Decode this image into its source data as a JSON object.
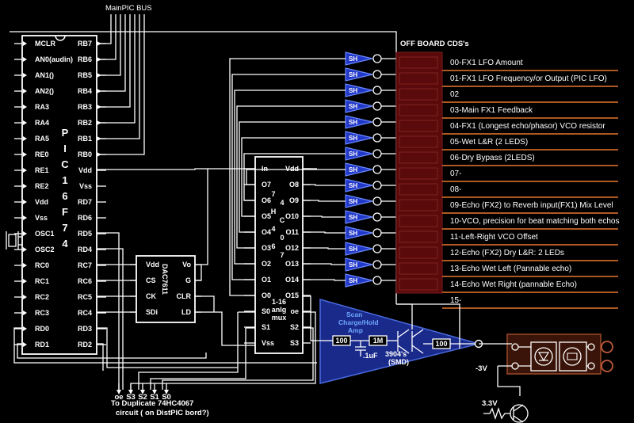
{
  "title": "MainPIC BUS",
  "pic": {
    "name": [
      "P",
      "I",
      "C",
      "1",
      "6",
      "F",
      "7",
      "4"
    ],
    "left_pins": [
      "MCLR",
      "AN0(audin)",
      "AN1()",
      "AN2()",
      "RA3",
      "RA4",
      "RA5",
      "RE0",
      "RE1",
      "RE2",
      "Vdd",
      "Vss",
      "OSC1",
      "OSC2",
      "RC0",
      "RC1",
      "RC2",
      "RC3",
      "RD0",
      "RD1"
    ],
    "right_pins": [
      "RB7",
      "RB6",
      "RB5",
      "RB4",
      "RB3",
      "RB2",
      "RB1",
      "RB0",
      "Vdd",
      "Vss",
      "RD7",
      "RD6",
      "RD5",
      "RD4",
      "RC7",
      "RC6",
      "RC5",
      "RC4",
      "RD3",
      "RD2"
    ]
  },
  "dac": {
    "name": "DAC7611",
    "left_pins": [
      "Vdd",
      "CS",
      "CK",
      "SDi"
    ],
    "right_pins": [
      "Vo",
      "G",
      "CLR",
      "LD"
    ]
  },
  "mux": {
    "name": [
      "7",
      "4",
      "H",
      "C",
      "4",
      "0",
      "6",
      "7"
    ],
    "desc": [
      "1-16",
      "anlg",
      "mux"
    ],
    "left_pins": [
      "In",
      "O7",
      "O6",
      "O5",
      "O4",
      "O3",
      "O2",
      "O1",
      "O0",
      "S0",
      "S1",
      "Vss"
    ],
    "right_pins": [
      "Vdd",
      "O8",
      "O9",
      "O10",
      "O11",
      "O12",
      "O13",
      "O14",
      "O15",
      "oe",
      "S2",
      "S3"
    ]
  },
  "sh_label": "SH",
  "offboard_title": "OFF BOARD CDS's",
  "cds_outputs": [
    "00-FX1 LFO Amount",
    "01-FX1 LFO Frequency/or Output (PIC LFO)",
    "02",
    "03-Main FX1 Feedback",
    "04-FX1 (Longest echo/phasor) VCO resistor",
    "05-Wet L&R (2 LEDS)",
    "06-Dry Bypass (2LEDS)",
    "07-",
    "08-",
    "09-Echo (FX2) to Reverb input(FX1) Mix Level",
    "10-VCO, precision for beat matching both echos",
    "11-Left-Right VCO Offset",
    "12-Echo (FX2) Dry L&R: 2 LEDs",
    "13-Echo Wet Left (Pannable echo)",
    "14-Echo Wet Right (pannable Echo)",
    "15-"
  ],
  "amp": {
    "label": [
      "Scan",
      "Charge/Hold",
      "Amp"
    ],
    "r1": "100",
    "r2": "1M",
    "r3": "100",
    "cap": ".1uF",
    "transistor": [
      "3904's",
      "(SMD)"
    ]
  },
  "neg_voltage": "-3V",
  "pos_voltage": "3.3V",
  "bottom_bus": {
    "labels": [
      "oe",
      "S3",
      "S2",
      "S1",
      "S0"
    ],
    "note": [
      "To Duplicate 74HC4067",
      "circuit ( on DistPIC bord?)"
    ]
  },
  "colors": {
    "orange": "#e8772e",
    "cds_body": "#5a0a0a",
    "amp_fill": "#1a2a8a",
    "relay_box": "#3a1408"
  }
}
